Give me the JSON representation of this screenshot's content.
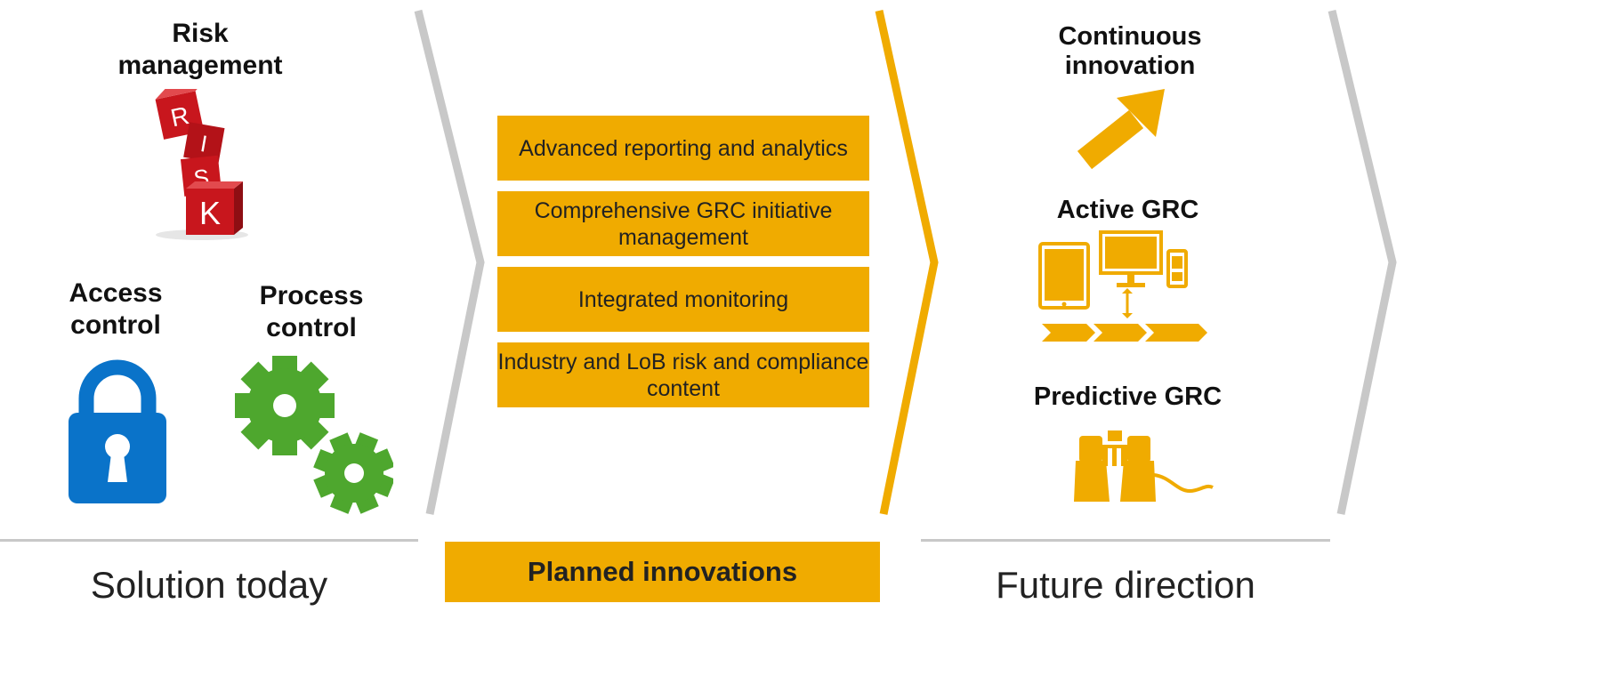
{
  "colors": {
    "accent": "#f0ab00",
    "divider": "#c8c8c8",
    "lock": "#0a73c9",
    "gear": "#4ea72e",
    "risk_cube": "#c8161d"
  },
  "today": {
    "risk_title": "Risk management",
    "risk_cube_letters": [
      "R",
      "I",
      "S",
      "K"
    ],
    "access_title": "Access control",
    "process_title": "Process control",
    "footer": "Solution today"
  },
  "planned": {
    "items": [
      "Advanced reporting and analytics",
      "Comprehensive GRC initiative management",
      "Integrated monitoring",
      "Industry and LoB risk and compliance content"
    ],
    "footer": "Planned innovations"
  },
  "future": {
    "continuous_title": "Continuous innovation",
    "active_title": "Active GRC",
    "predictive_title": "Predictive GRC",
    "footer": "Future direction"
  },
  "icons": [
    "risk-cubes-icon",
    "padlock-icon",
    "gears-icon",
    "arrow-up-right-icon",
    "devices-icon",
    "binoculars-icon"
  ]
}
